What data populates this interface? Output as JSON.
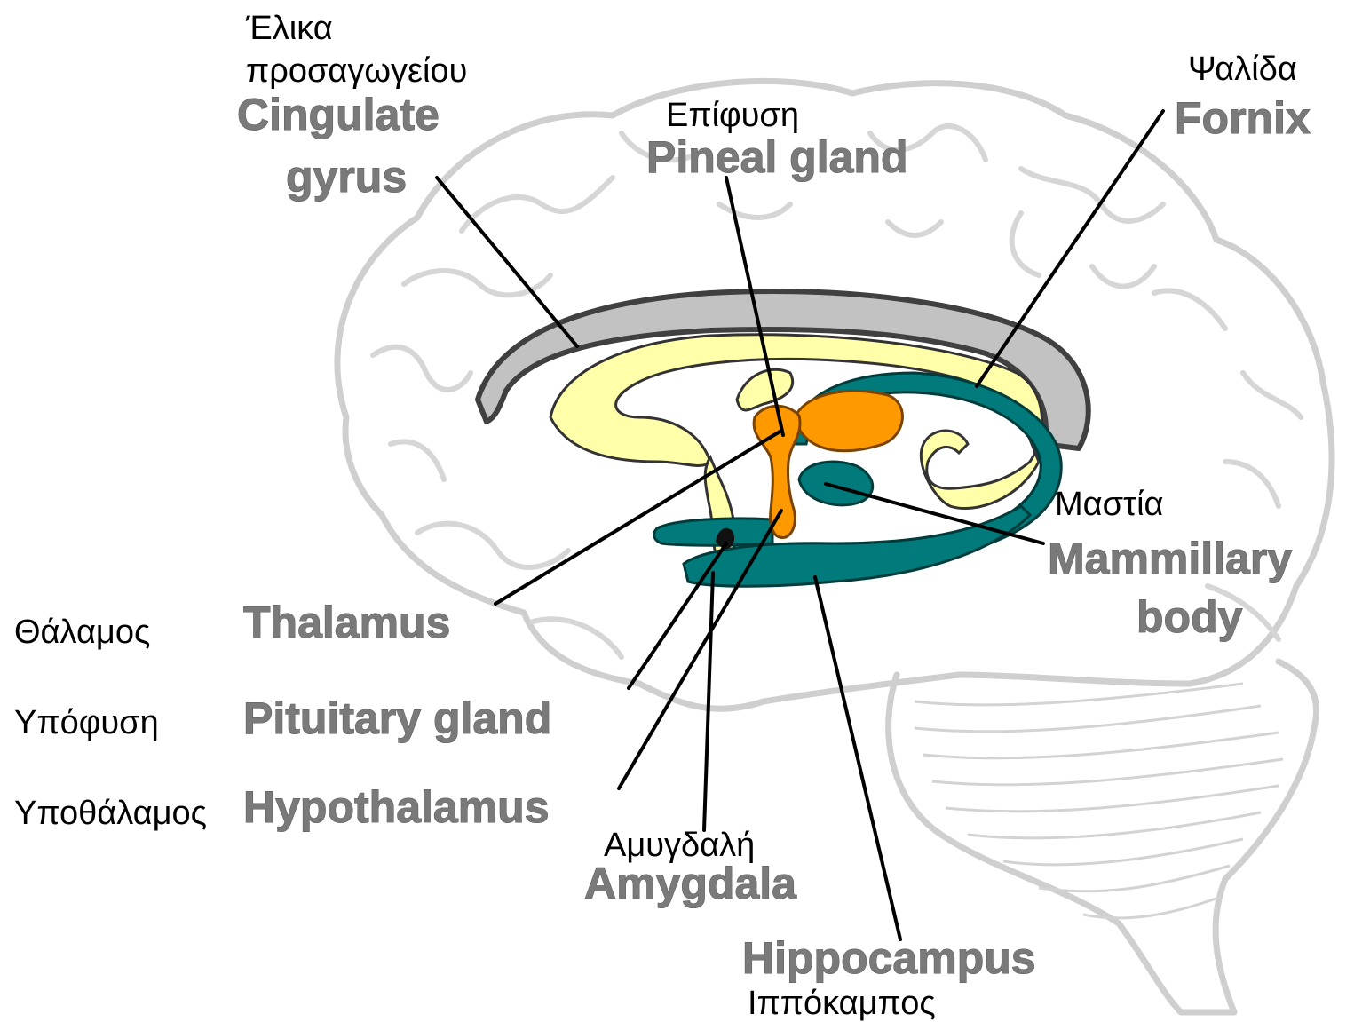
{
  "labels": {
    "cingulate_gyrus": {
      "en_line1": "Cingulate",
      "en_line2": "gyrus",
      "gr_line1": "Έλικα",
      "gr_line2": "προσαγωγείου"
    },
    "pineal_gland": {
      "en": "Pineal gland",
      "gr": "Επίφυση"
    },
    "fornix": {
      "en": "Fornix",
      "gr": "Ψαλίδα"
    },
    "mammillary_body": {
      "en_line1": "Mammillary",
      "en_line2": "body",
      "gr": "Μαστία"
    },
    "thalamus": {
      "en": "Thalamus",
      "gr": "Θάλαμος"
    },
    "pituitary_gland": {
      "en": "Pituitary gland",
      "gr": "Υπόφυση"
    },
    "hypothalamus": {
      "en": "Hypothalamus",
      "gr": "Υποθάλαμος"
    },
    "amygdala": {
      "en": "Amygdala",
      "gr": "Αμυγδαλή"
    },
    "hippocampus": {
      "en": "Hippocampus",
      "gr": "Ιππόκαμπος"
    }
  },
  "colors": {
    "corpus_callosum": "#c2c2c2",
    "callosum_outline": "#404040",
    "cingulate_pale": "#ffffaa",
    "pineal_orange": "#ff9900",
    "limbic_teal": "#007a7a",
    "brain_outline": "#cfcfcf",
    "english_label": "#7a7a7a",
    "greek_label": "#000000",
    "leader_line": "#000000"
  }
}
